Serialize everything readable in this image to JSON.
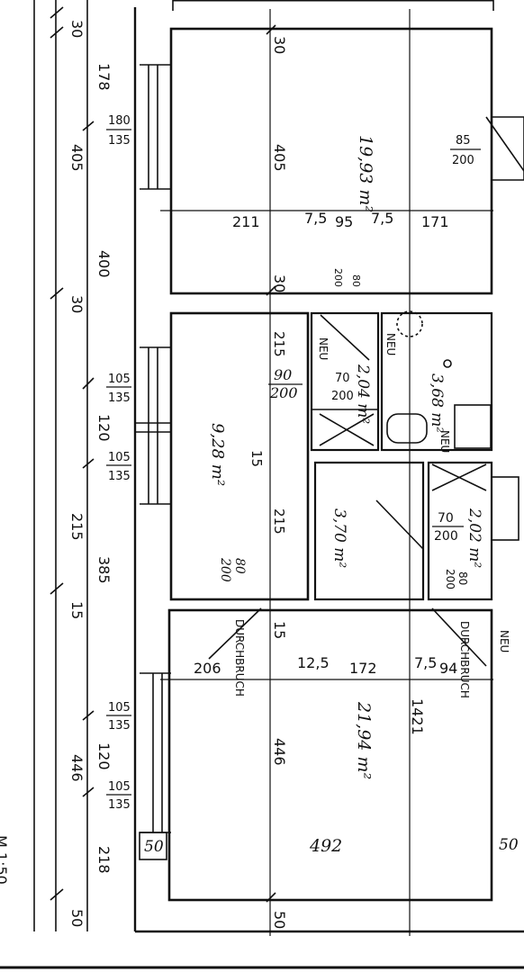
{
  "plan": {
    "scale_note": "M 1:50",
    "rooms": {
      "room_top": {
        "area": "19,93 m²",
        "width_parts": [
          "211",
          "7,5",
          "95",
          "7,5",
          "171"
        ],
        "depth": "405",
        "door": [
          "85",
          "200"
        ]
      },
      "room_mid_left": {
        "area": "9,28 m²",
        "parts": [
          "215",
          "15",
          "215"
        ],
        "door": [
          "90",
          "200"
        ],
        "window_1": [
          "105",
          "135"
        ],
        "window_2": [
          "105",
          "135"
        ]
      },
      "bath": {
        "area": "3,68 m²",
        "tag": "NEU",
        "door": [
          "70",
          "200"
        ],
        "new_labels": [
          "NEU",
          "NEU"
        ]
      },
      "shower": {
        "area": "2,04 m²",
        "door": [
          "80",
          "200"
        ],
        "tag": "NEU"
      },
      "hall": {
        "area": "3,70 m²",
        "door": [
          "70",
          "200"
        ]
      },
      "wc": {
        "area": "2,02 m²",
        "door": [
          "80",
          "200"
        ]
      },
      "room_bottom": {
        "area": "21,94 m²",
        "width_parts": [
          "206",
          "12,5",
          "172",
          "7,5",
          "94"
        ],
        "depth": "446",
        "total": "1421",
        "breakthrough": [
          "DURCHBRUCH",
          "DURCHBRUCH"
        ],
        "door": [
          "80",
          "200"
        ],
        "new_tag": "NEU"
      }
    },
    "left_dims_outer": [
      "30",
      "405",
      "30",
      "215",
      "15",
      "446",
      "50"
    ],
    "left_dims_inner": [
      "178",
      "400",
      "120",
      "385",
      "120",
      "218"
    ],
    "window_labels": [
      [
        "180",
        "135"
      ],
      [
        "105",
        "135"
      ],
      [
        "105",
        "135"
      ],
      [
        "105",
        "135"
      ],
      [
        "105",
        "135"
      ]
    ],
    "wall_labels": [
      "30",
      "30",
      "15",
      "50",
      "50",
      "50"
    ],
    "bottom_width": "492"
  }
}
